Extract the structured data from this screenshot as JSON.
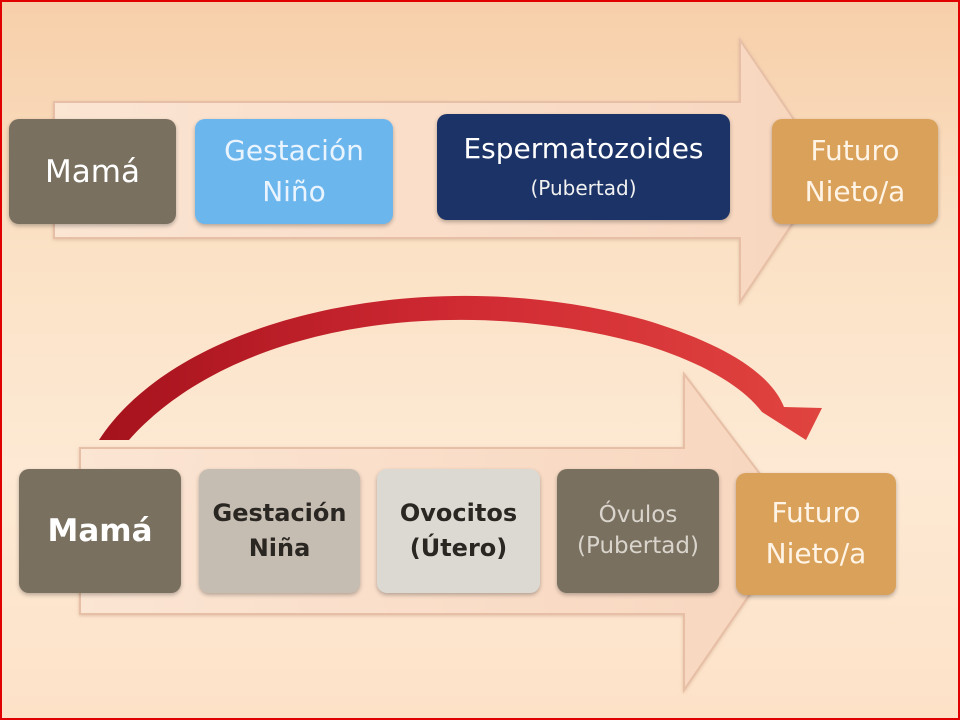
{
  "colors": {
    "brown": "#7a705f",
    "light_blue": "#6cb6ee",
    "navy": "#1b3366",
    "orange": "#d9a159",
    "light_gray": "#c5bcb2",
    "pale_gray": "#dcd9d3",
    "arrow_fill": "#fbe6d4",
    "curved_arrow": "#c8222c"
  },
  "top_row": {
    "mama": "Mamá",
    "gestacion_line1": "Gestación",
    "gestacion_line2": "Niño",
    "esperma_line1": "Espermatozoides",
    "esperma_line2": "(Pubertad)",
    "futuro_line1": "Futuro",
    "futuro_line2": "Nieto/a"
  },
  "bottom_row": {
    "mama": "Mamá",
    "gestacion_line1": "Gestación",
    "gestacion_line2": "Niña",
    "ovocitos_line1": "Ovocitos",
    "ovocitos_line2": "(Útero)",
    "ovulos_line1": "Óvulos",
    "ovulos_line2": "(Pubertad)",
    "futuro_line1": "Futuro",
    "futuro_line2": "Nieto/a"
  }
}
